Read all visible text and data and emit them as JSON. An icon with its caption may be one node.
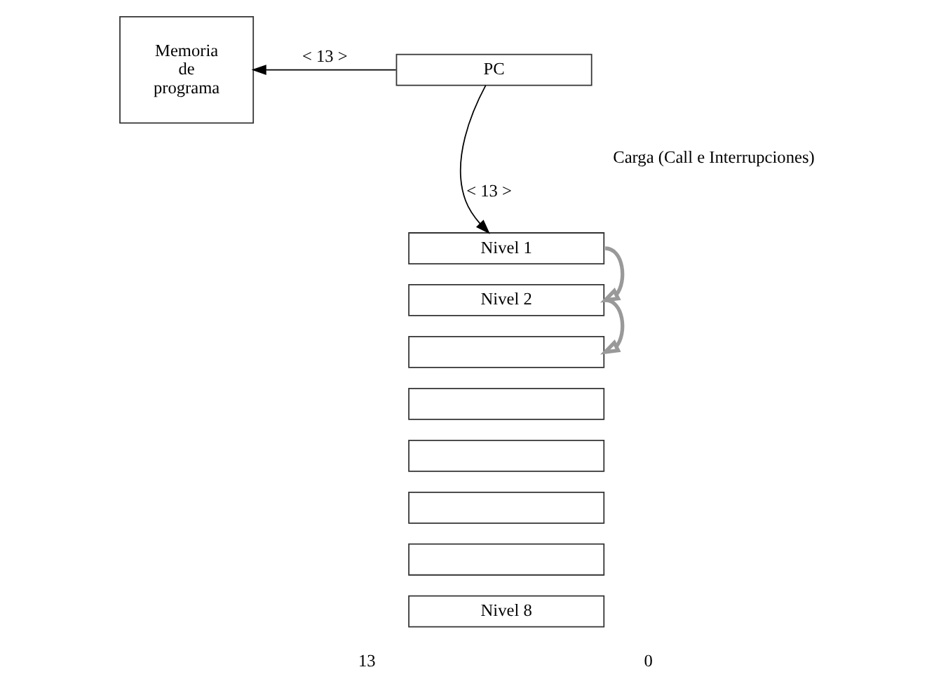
{
  "diagram": {
    "nodes": [
      {
        "text": [
          "Memoria de programa"
        ]
      },
      {
        "text": [
          "PC"
        ]
      },
      {
        "text": [
          "Nivel 1"
        ]
      },
      {
        "text": [
          "Nivel 2"
        ]
      },
      {
        "text": [],
        "shape": "box"
      },
      {
        "text": [],
        "shape": "box"
      },
      {
        "text": [],
        "shape": "box"
      },
      {
        "text": [],
        "shape": "box"
      },
      {
        "text": [],
        "shape": "box"
      },
      {
        "text": [
          "Nivel 8"
        ]
      }
    ],
    "edges": [
      {
        "from": 1,
        "to": 0,
        "arrow": "to",
        "label": "< 13 >"
      },
      {
        "from": 1,
        "to": 2,
        "arrow": "to",
        "label": "< 13 >"
      },
      {
        "from": 2,
        "to": 3,
        "arrow": "to",
        "style": "thick",
        "color": "#999999"
      },
      {
        "from": 3,
        "to": 4,
        "arrow": "to",
        "style": "thick",
        "color": "#999999"
      }
    ],
    "labels": [
      "Carga (Call e Interrupciones)",
      "13",
      "0"
    ]
  }
}
